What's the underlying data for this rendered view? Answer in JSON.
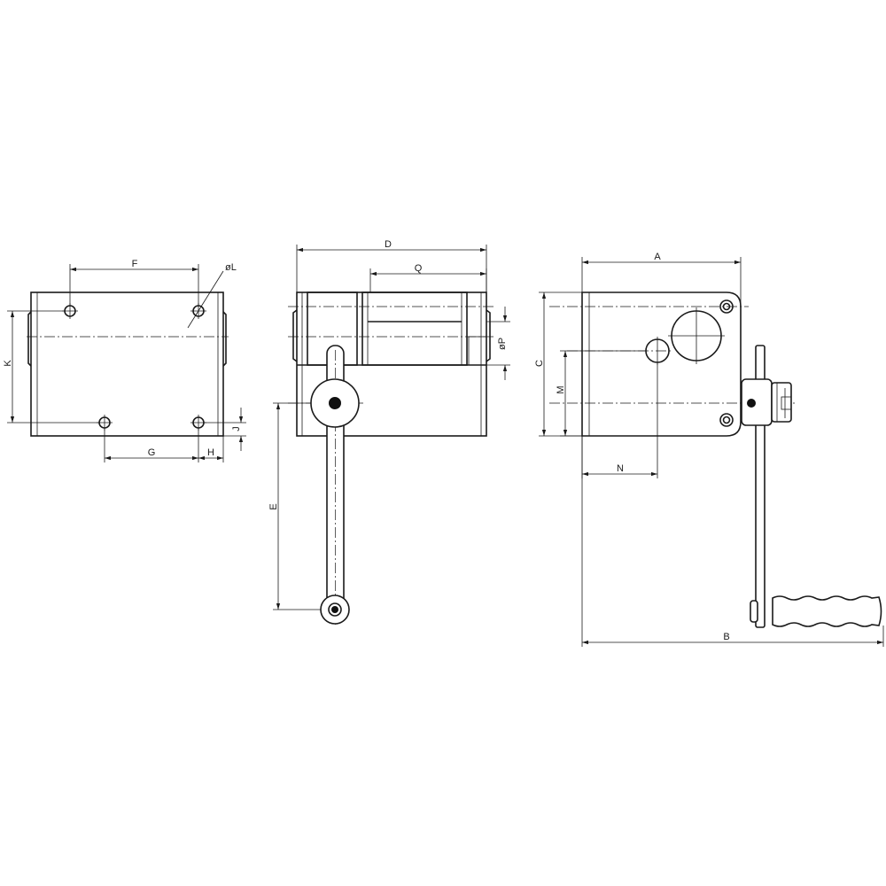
{
  "colors": {
    "line": "#1a1a1a",
    "background": "#ffffff",
    "fill_solid": "#111111"
  },
  "dimensions": {
    "A": "A",
    "B": "B",
    "C": "C",
    "D": "D",
    "E": "E",
    "F": "F",
    "G": "G",
    "H": "H",
    "J": "J",
    "K": "K",
    "L": "øL",
    "M": "M",
    "N": "N",
    "P": "øP",
    "Q": "Q"
  }
}
